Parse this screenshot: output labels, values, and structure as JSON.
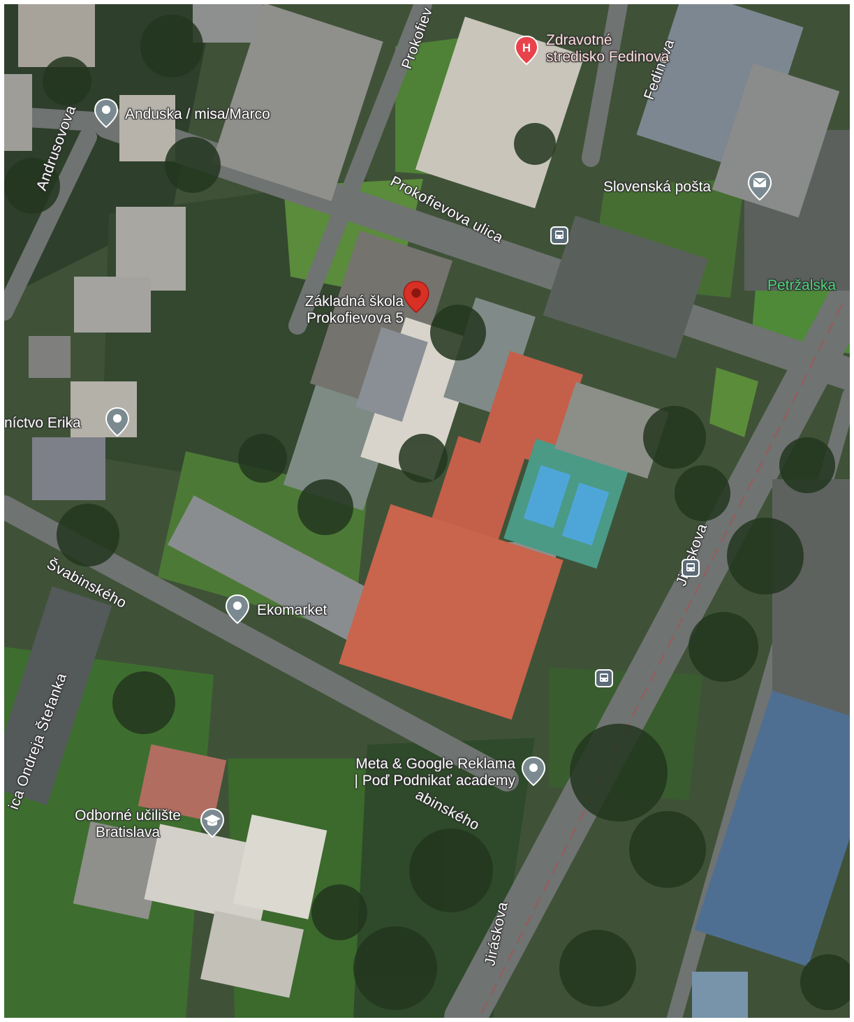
{
  "map": {
    "view": "satellite",
    "colors": {
      "poi_pin": "#7b8a91",
      "hospital_pin": "#e8434b",
      "selected_pin": "#d93025",
      "label_text": "#ffffff",
      "district_label": "#4fd27a",
      "bus_stop": "#5b6b77",
      "clay_court": "#c4604a",
      "hard_court": "#4ea6d8"
    }
  },
  "places": {
    "selected": {
      "name_line1": "Základná škola",
      "name_line2": "Prokofievova 5",
      "icon": "red-location-pin-icon"
    },
    "hospital": {
      "name_line1": "Zdravotné",
      "name_line2": "stredisko Fedinova",
      "icon": "hospital-icon"
    },
    "anduska": {
      "name": "Anduska / misa/Marco",
      "icon": "location-pin-icon"
    },
    "post": {
      "name": "Slovenská pošta",
      "icon": "mail-icon"
    },
    "erika": {
      "name": "níctvo Erika",
      "icon": "location-pin-icon"
    },
    "ekomarket": {
      "name": "Ekomarket",
      "icon": "location-pin-icon"
    },
    "meta": {
      "name_line1": "Meta & Google Reklama",
      "name_line2": "| Poď Podnikať academy",
      "icon": "location-pin-icon"
    },
    "school": {
      "name_line1": "Odborné učilište",
      "name_line2": "Bratislava",
      "icon": "graduation-cap-icon"
    }
  },
  "districts": {
    "petrzalka": "Petržalska"
  },
  "streets": {
    "prokofievova_ulica": "Prokofievova ulica",
    "prokofievova_top": "Prokofiev",
    "andrusovova": "Andrusovova",
    "fedinova": "Fedinova",
    "svabinskeho_west": "Švabinského",
    "svabinskeho_south": "abinského",
    "jiraskova_east": "Jiráskova",
    "jiraskova_south": "Jiráskova",
    "ondreja_stefanka": "ica Ondreja Štefanka"
  },
  "transit": {
    "bus_stops": [
      {
        "name": "bus-stop-prokofievova",
        "icon": "bus-icon"
      },
      {
        "name": "bus-stop-jiraskova-north",
        "icon": "bus-icon"
      },
      {
        "name": "bus-stop-jiraskova-south",
        "icon": "bus-icon"
      }
    ]
  }
}
